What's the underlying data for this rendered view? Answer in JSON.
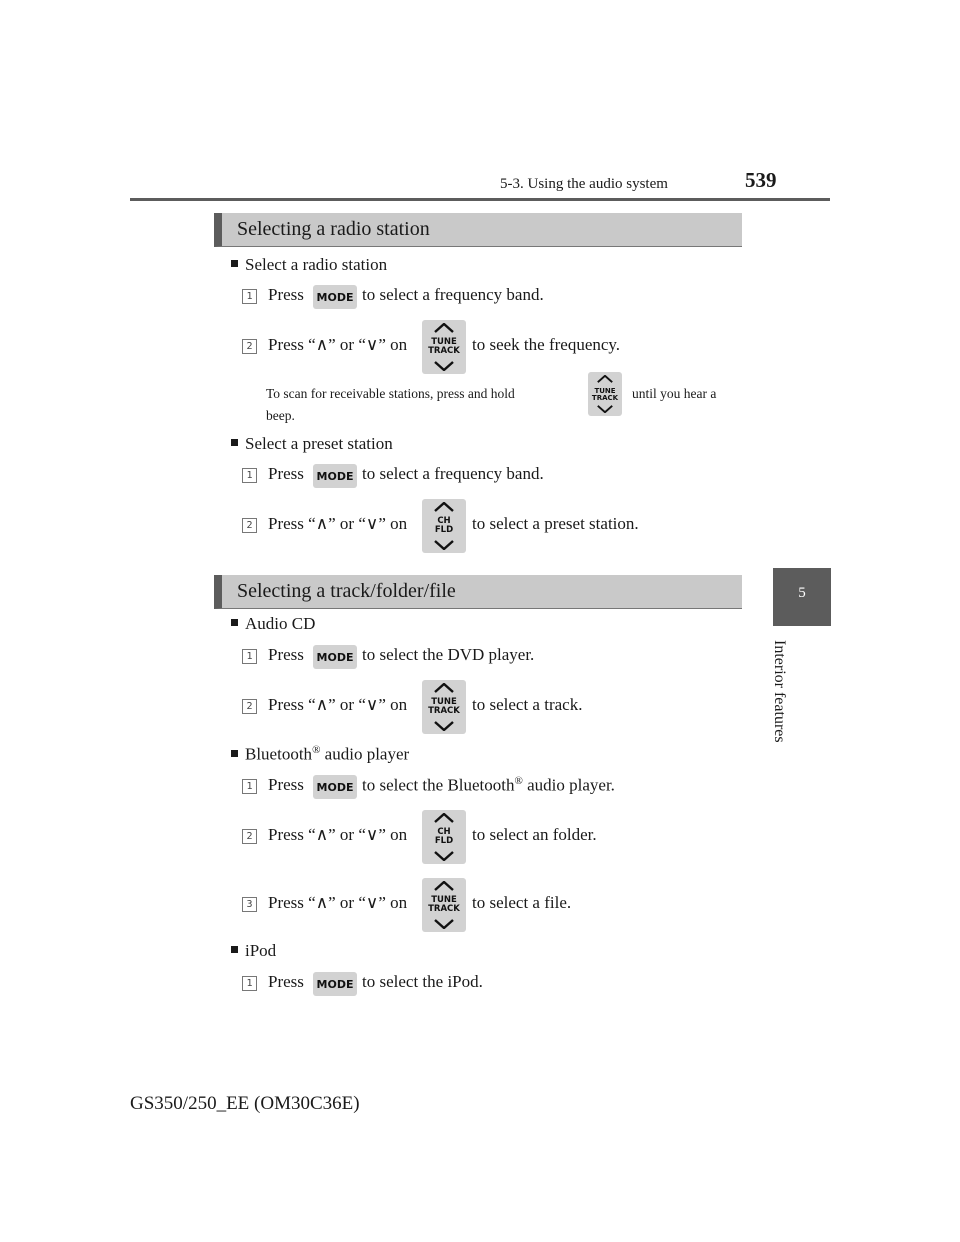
{
  "header": {
    "section": "5-3. Using the audio system",
    "page_number": "539"
  },
  "side_tab": {
    "number": "5",
    "label": "Interior features"
  },
  "sections": [
    {
      "title": "Selecting a radio station"
    },
    {
      "title": "Selecting a track/folder/file"
    }
  ],
  "subsections": {
    "radio": "Select a radio station",
    "preset": "Select a preset station",
    "cd": "Audio CD",
    "bt_name": "Bluetooth",
    "bt_reg": "®",
    "bt_rest": " audio player",
    "ipod": "iPod"
  },
  "keys": {
    "mode": "MODE",
    "tune_1": "TUNE",
    "tune_2": "TRACK",
    "ch_1": "CH",
    "ch_2": "FLD"
  },
  "words": {
    "press": "Press",
    "press_q": "Press “∧” or “∨” on"
  },
  "steps": {
    "radio_1": {
      "num": "1",
      "after": "to select a frequency band."
    },
    "radio_2": {
      "num": "2",
      "after": "to seek the frequency."
    },
    "radio_note_a": "To scan for receivable stations, press and hold",
    "radio_note_b": "until you hear a",
    "radio_note_c": "beep.",
    "preset_1": {
      "num": "1",
      "after": "to select a frequency band."
    },
    "preset_2": {
      "num": "2",
      "after": "to select a preset station."
    },
    "cd_1": {
      "num": "1",
      "after": "to select the DVD player."
    },
    "cd_2": {
      "num": "2",
      "after": "to select a track."
    },
    "bt_1": {
      "num": "1",
      "after_a": "to select the Bluetooth",
      "after_reg": "®",
      "after_b": " audio player."
    },
    "bt_2": {
      "num": "2",
      "after": "to select an folder."
    },
    "bt_3": {
      "num": "3",
      "after": "to select a file."
    },
    "ipod_1": {
      "num": "1",
      "after": "to select the iPod."
    }
  },
  "footer": "GS350/250_EE (OM30C36E)"
}
